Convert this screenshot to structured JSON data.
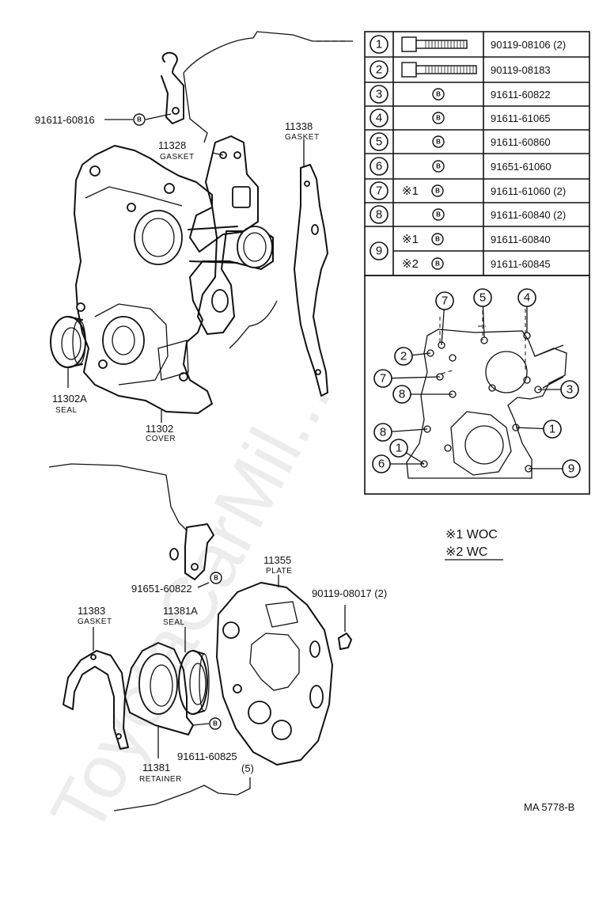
{
  "watermark": "ToyotaCarMil...",
  "code": "MA 5778-B",
  "legend": {
    "note1": "※1 WOC",
    "note2": "※2 WC"
  },
  "upper_labels": {
    "bolt_left": "91611-60816",
    "gasket_11338_num": "11338",
    "gasket_11338_name": "GASKET",
    "gasket_11328_num": "11328",
    "gasket_11328_name": "GASKET",
    "seal_11302a_num": "11302A",
    "seal_11302a_name": "SEAL",
    "cover_11302_num": "11302",
    "cover_11302_name": "COVER"
  },
  "lower_labels": {
    "bolt_91651": "91651-60822",
    "plate_num": "11355",
    "plate_name": "PLATE",
    "bolt_90119": "90119-08017 (2)",
    "gasket_11383_num": "11383",
    "gasket_11383_name": "GASKET",
    "seal_11381a_num": "11381A",
    "seal_11381a_name": "SEAL",
    "bolt_91611_60825": "91611-60825",
    "bolt_qty": "(5)",
    "retainer_num": "11381",
    "retainer_name": "RETAINER"
  },
  "table": {
    "rows": [
      {
        "n": "1",
        "spec": "",
        "part": "90119-08106 (2)"
      },
      {
        "n": "2",
        "spec": "",
        "part": "90119-08183"
      },
      {
        "n": "3",
        "spec": "B",
        "part": "91611-60822"
      },
      {
        "n": "4",
        "spec": "B",
        "part": "91611-61065"
      },
      {
        "n": "5",
        "spec": "B",
        "part": "91611-60860"
      },
      {
        "n": "6",
        "spec": "B",
        "part": "91651-61060"
      },
      {
        "n": "7",
        "spec": "※1",
        "part": "91611-61060 (2)"
      },
      {
        "n": "8",
        "spec": "B",
        "part": "91611-60840 (2)"
      },
      {
        "n": "9",
        "spec": "※1",
        "part": "91611-60840"
      },
      {
        "n": "9b",
        "spec": "※2",
        "part": "91611-60845"
      }
    ],
    "b_letter": "B"
  },
  "locator": {
    "callouts": [
      "7",
      "5",
      "4",
      "2",
      "3",
      "7",
      "8",
      "8",
      "1",
      "1",
      "6",
      "9"
    ]
  }
}
